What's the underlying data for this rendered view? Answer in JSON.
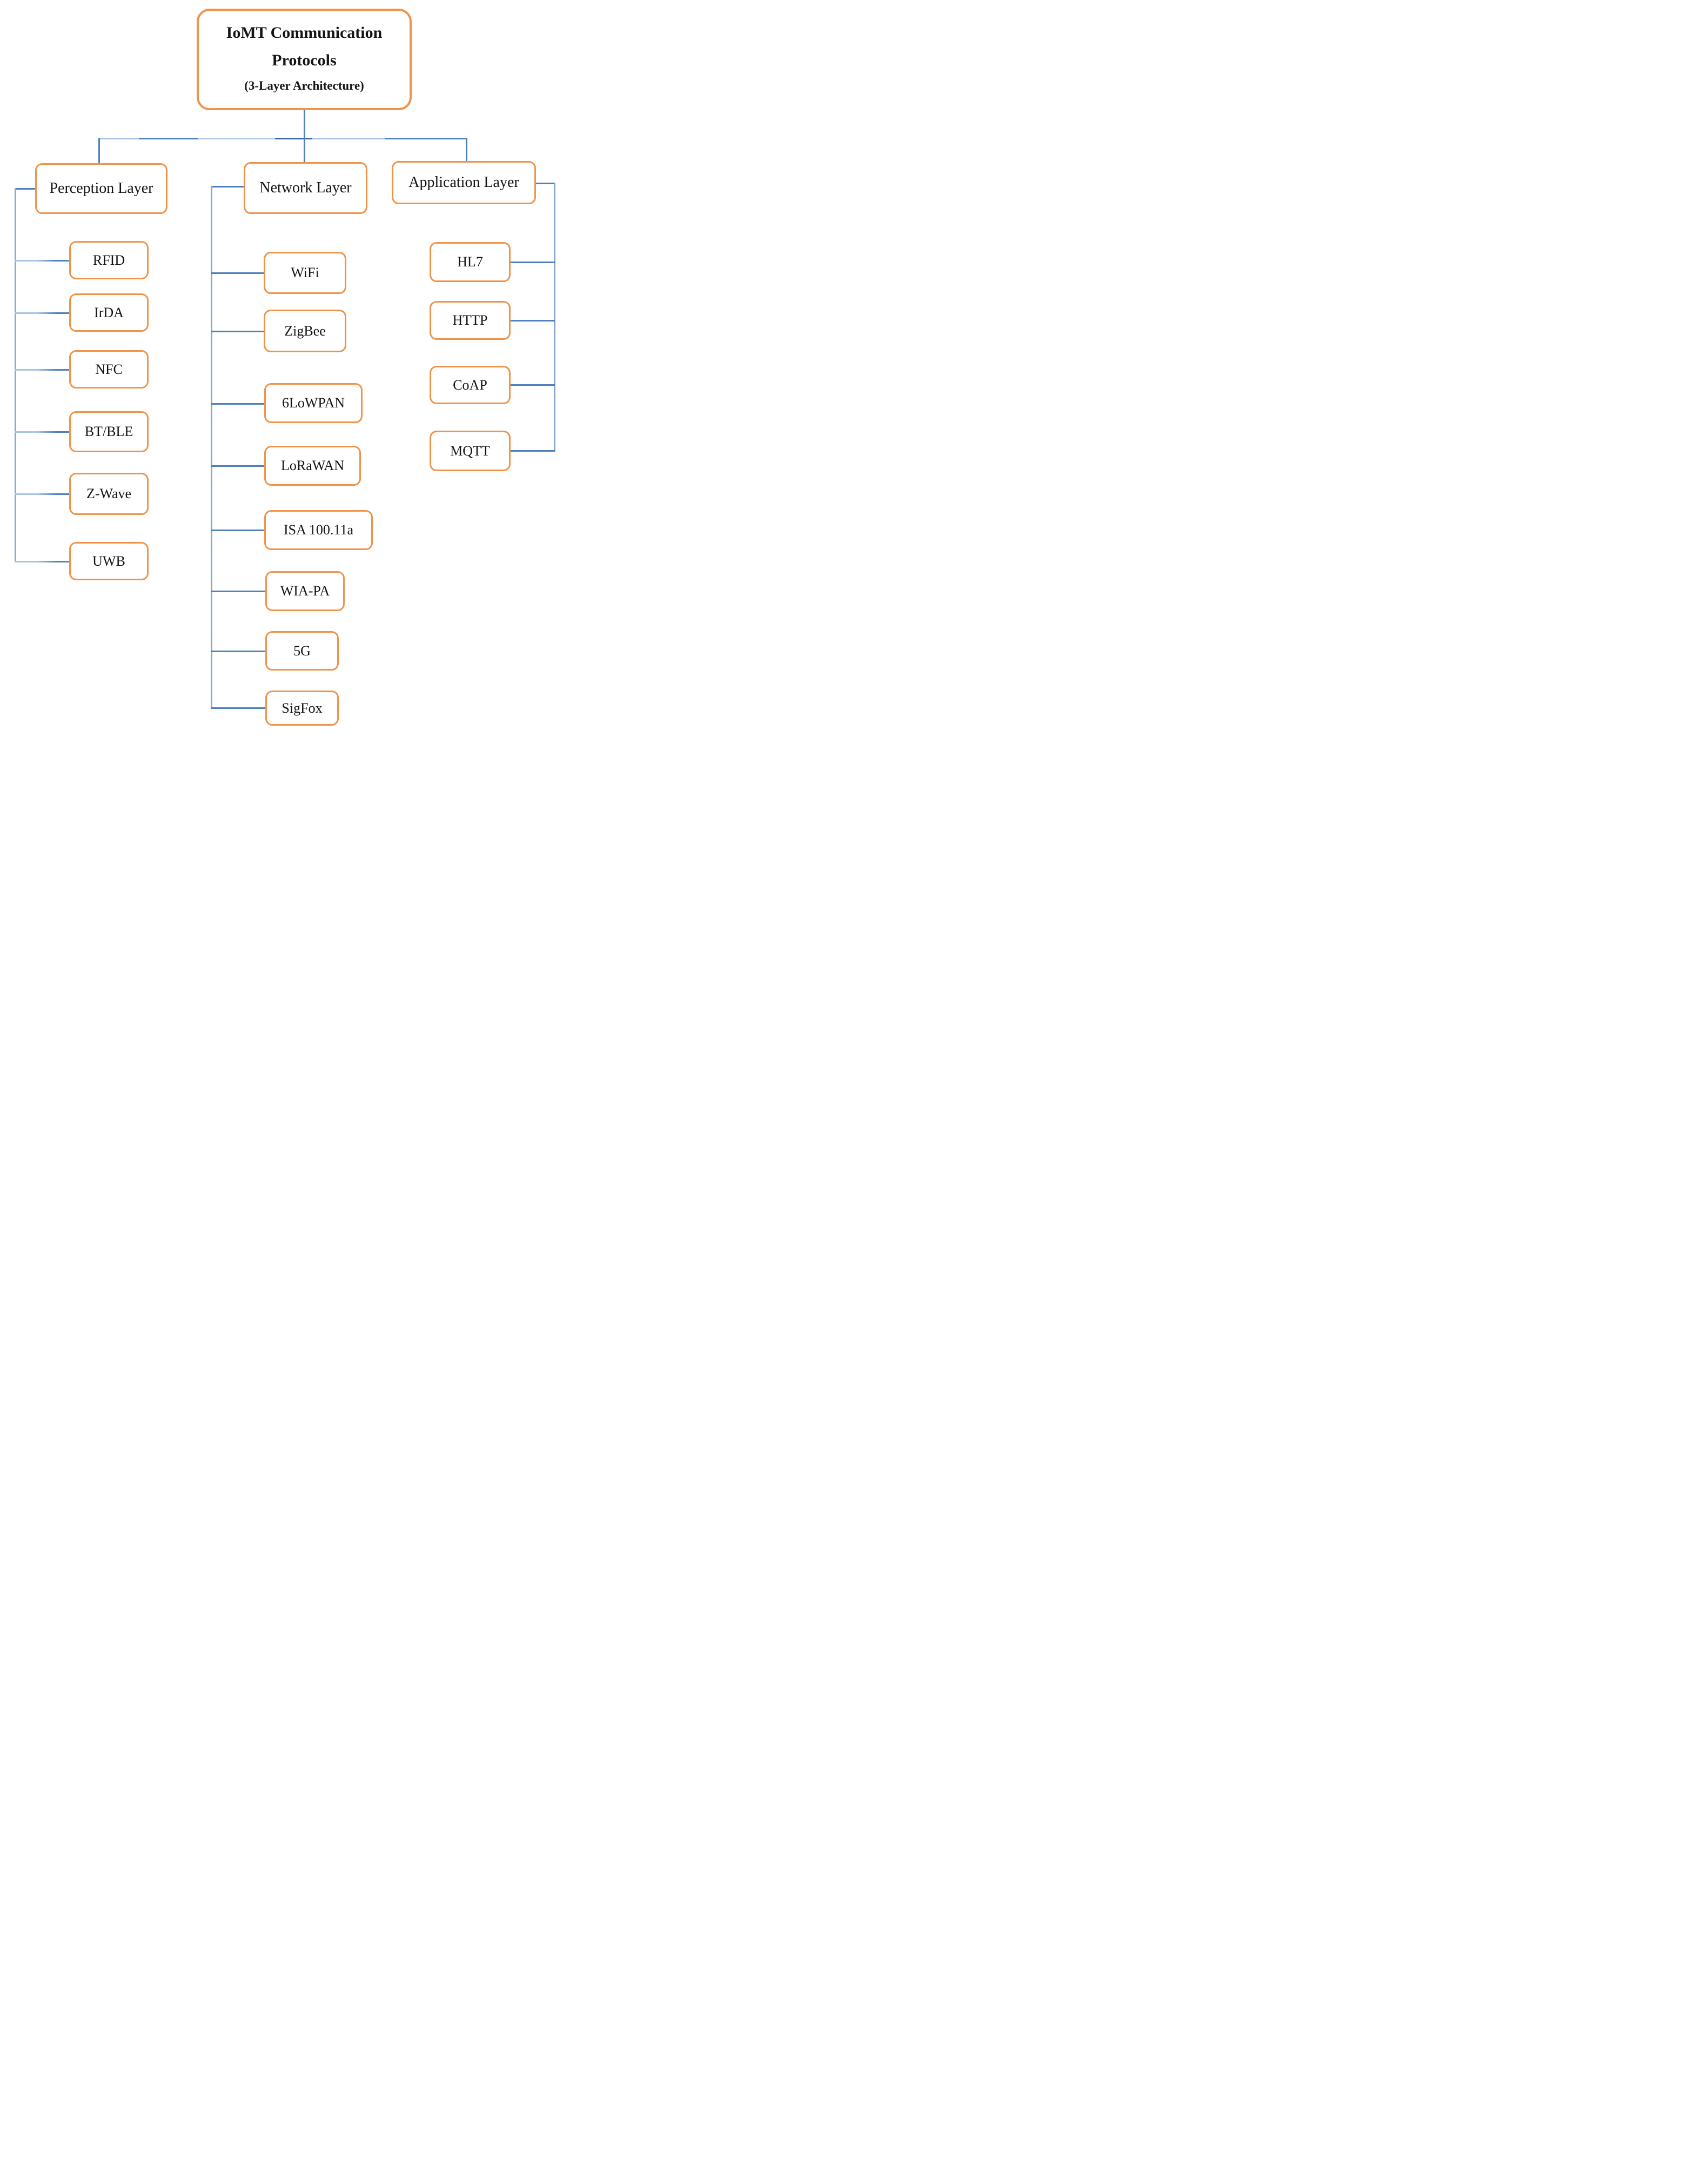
{
  "diagram": {
    "root": {
      "title_line1": "IoMT Communication",
      "title_line2": "Protocols",
      "subtitle": "(3-Layer Architecture)"
    },
    "layers": [
      {
        "label": "Perception Layer",
        "children": [
          {
            "label": "RFID"
          },
          {
            "label": "IrDA"
          },
          {
            "label": "NFC"
          },
          {
            "label": "BT/BLE"
          },
          {
            "label": "Z-Wave"
          },
          {
            "label": "UWB"
          }
        ]
      },
      {
        "label": "Network Layer",
        "children": [
          {
            "label": "WiFi"
          },
          {
            "label": "ZigBee"
          },
          {
            "label": "6LoWPAN"
          },
          {
            "label": "LoRaWAN"
          },
          {
            "label": "ISA 100.11a"
          },
          {
            "label": "WIA-PA"
          },
          {
            "label": "5G"
          },
          {
            "label": "SigFox"
          }
        ]
      },
      {
        "label": "Application Layer",
        "children": [
          {
            "label": "HL7"
          },
          {
            "label": "HTTP"
          },
          {
            "label": "CoAP"
          },
          {
            "label": "MQTT"
          }
        ]
      }
    ],
    "colors": {
      "box_border": "#F0944C",
      "connector": "#4F81BD",
      "connector_light": "#A9C4E2",
      "text": "#141414",
      "background": "#FFFFFF"
    }
  }
}
